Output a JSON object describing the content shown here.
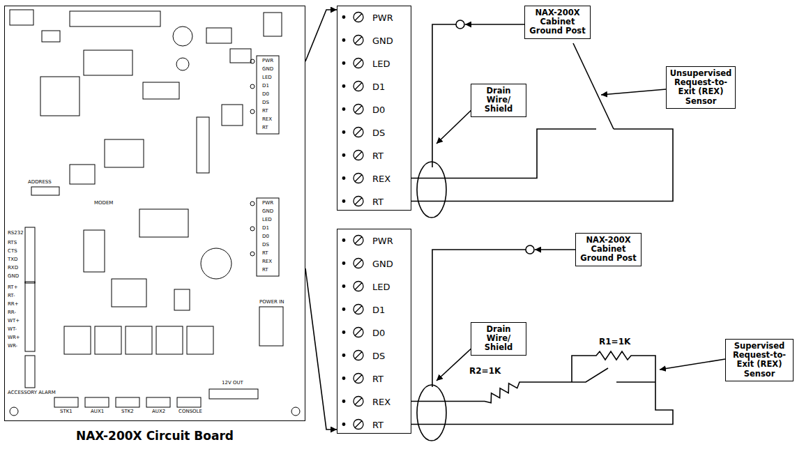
{
  "diagram": {
    "nodes": [
      {
        "text": [
          "NAX-200X Circuit Board"
        ]
      },
      {
        "text": [
          "PWR",
          "GND",
          "LED",
          "D1",
          "D0",
          "DS",
          "RT",
          "REX",
          "RT"
        ]
      },
      {
        "text": [
          "NAX-200X Cabinet Ground Post"
        ]
      },
      {
        "text": [
          "Drain Wire/ Shield"
        ]
      },
      {
        "text": [
          "Unsupervised Request-to-Exit (REX) Sensor"
        ]
      },
      {
        "text": [
          "PWR",
          "GND",
          "LED",
          "D1",
          "D0",
          "DS",
          "RT",
          "REX",
          "RT"
        ]
      },
      {
        "text": [
          "NAX-200X Cabinet Ground Post"
        ]
      },
      {
        "text": [
          "Drain Wire/ Shield"
        ]
      },
      {
        "text": [
          "Supervised Request-to-Exit (REX) Sensor"
        ]
      }
    ],
    "edges": [
      {
        "from": 0,
        "to": 1,
        "arrow": "to"
      },
      {
        "from": 0,
        "to": 5,
        "arrow": "to"
      }
    ],
    "labels": [
      "R2=1K",
      "R1=1K",
      "PWR",
      "GND",
      "LED",
      "D1",
      "D0",
      "DS",
      "RT",
      "REX",
      "RT",
      "PWR",
      "GND",
      "LED",
      "D1",
      "D0",
      "DS",
      "RT",
      "REX",
      "RT",
      "RS232",
      "RTS",
      "CTS",
      "TXD",
      "RXD",
      "GND",
      "RT+",
      "RT-",
      "RR+",
      "RR-",
      "WT+",
      "WT-",
      "WR+",
      "WR-",
      "ACCESSORY ALARM",
      "STK1",
      "AUX1",
      "STK2",
      "AUX2",
      "CONSOLE",
      "12V OUT",
      "POWER IN",
      "MODEM",
      "ADDRESS"
    ]
  }
}
